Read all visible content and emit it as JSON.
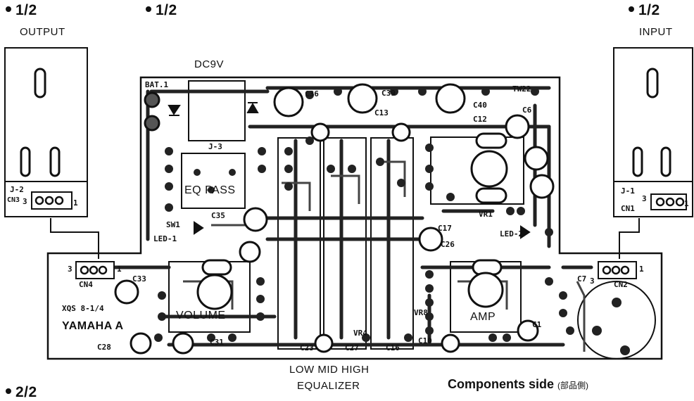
{
  "headers": {
    "left": "1/2",
    "center": "1/2",
    "right": "1/2",
    "bottom": "2/2"
  },
  "labels": {
    "output": "OUTPUT",
    "input": "INPUT",
    "dc9v": "DC9V",
    "eq_pass": "EQ PASS",
    "volume": "VOLUME",
    "amp": "AMP",
    "yamaha": "YAMAHA A",
    "equalizer_line1": "LOW MID HIGH",
    "equalizer_line2": "EQUALIZER",
    "components_side": "Components side",
    "components_side_sub": "(部品側)"
  },
  "refs": {
    "bat1": "BAT.1",
    "j3": "J-3",
    "j2": "J-2",
    "j1": "J-1",
    "cn3": "CN3",
    "cn1": "CN1",
    "cn4": "CN4",
    "cn2": "CN2",
    "sw1": "SW1",
    "led1": "LED-1",
    "led2": "LED-2",
    "c35": "C35",
    "c36": "C36",
    "c39": "C39",
    "c40": "C40",
    "c13": "C13",
    "c12": "C12",
    "c6": "C6",
    "c17": "C17",
    "c26": "C26",
    "c33": "C33",
    "c28": "C28",
    "c31": "C31",
    "c23": "C23",
    "c27": "C27",
    "c16": "C16",
    "c10": "C10",
    "c7": "C7",
    "c1": "C1",
    "tw22": "TW22",
    "vr1": "VR1",
    "vr4": "VR4",
    "vr8": "VR8",
    "xqs": "XQS 8-1/4",
    "pin1": "1",
    "pin3": "3"
  }
}
